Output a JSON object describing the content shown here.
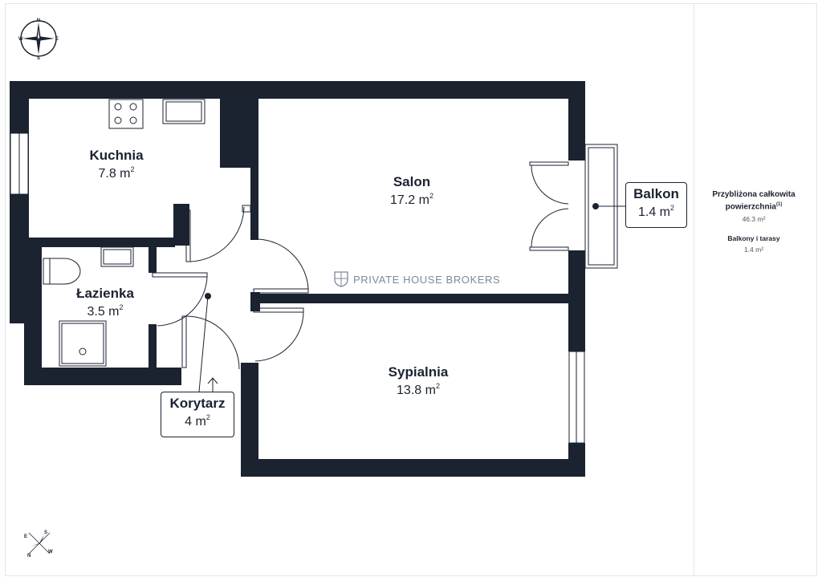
{
  "rooms": {
    "kuchnia": {
      "name": "Kuchnia",
      "area": "7.8 m",
      "unit_sup": "2"
    },
    "salon": {
      "name": "Salon",
      "area": "17.2 m",
      "unit_sup": "2"
    },
    "lazienka": {
      "name": "Łazienka",
      "area": "3.5 m",
      "unit_sup": "2"
    },
    "sypialnia": {
      "name": "Sypialnia",
      "area": "13.8 m",
      "unit_sup": "2"
    },
    "korytarz": {
      "name": "Korytarz",
      "area": "4 m",
      "unit_sup": "2"
    },
    "balkon": {
      "name": "Balkon",
      "area": "1.4 m",
      "unit_sup": "2"
    }
  },
  "watermark": {
    "text": "PRIVATE HOUSE BROKERS",
    "logo": "shield-logo-icon"
  },
  "summary": {
    "total_label": "Przybliżona całkowita powierzchnia",
    "total_footnote": "(1)",
    "total_value": "46.3 m²",
    "balcony_label": "Balkony i tarasy",
    "balcony_value": "1.4 m²"
  },
  "compass_top": {
    "n": "N",
    "e": "E",
    "s": "S",
    "w": "W"
  },
  "compass_bottom": {
    "n": "N",
    "e": "E",
    "s": "S",
    "w": "W"
  },
  "colors": {
    "wall": "#1b2230",
    "line": "#1b2230",
    "background": "#ffffff",
    "watermark": "#7b8a9e"
  }
}
